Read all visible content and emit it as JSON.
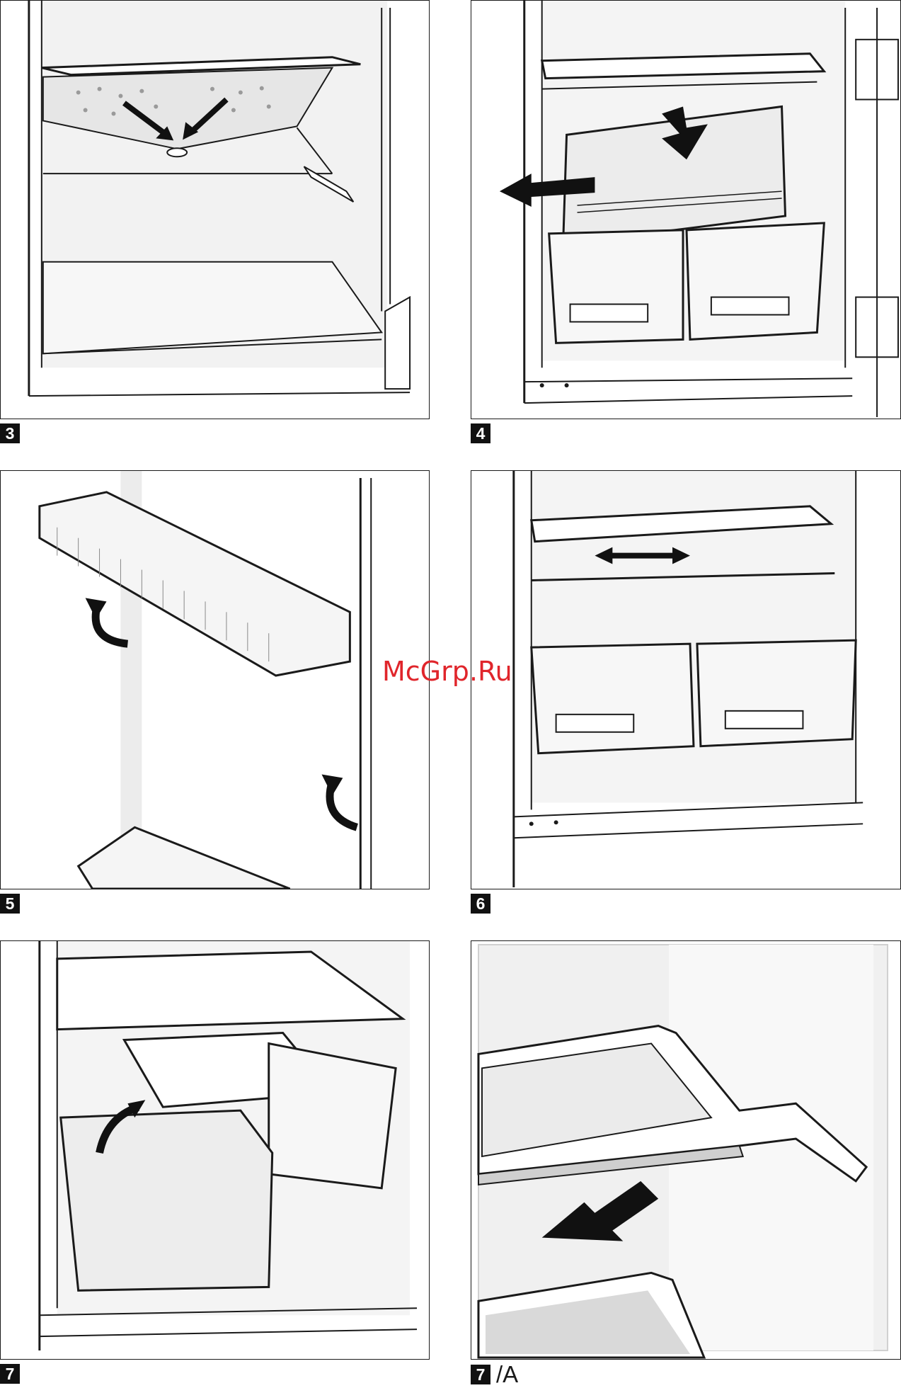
{
  "figures": [
    {
      "number": "3",
      "suffix": ""
    },
    {
      "number": "4",
      "suffix": ""
    },
    {
      "number": "5",
      "suffix": ""
    },
    {
      "number": "6",
      "suffix": ""
    },
    {
      "number": "7",
      "suffix": ""
    },
    {
      "number": "7",
      "suffix": "/A"
    }
  ],
  "watermark": "McGrp.Ru",
  "colors": {
    "line": "#1a1a1a",
    "shade": "#d8d8d8",
    "arrow": "#111111",
    "watermark": "#e0252b"
  }
}
